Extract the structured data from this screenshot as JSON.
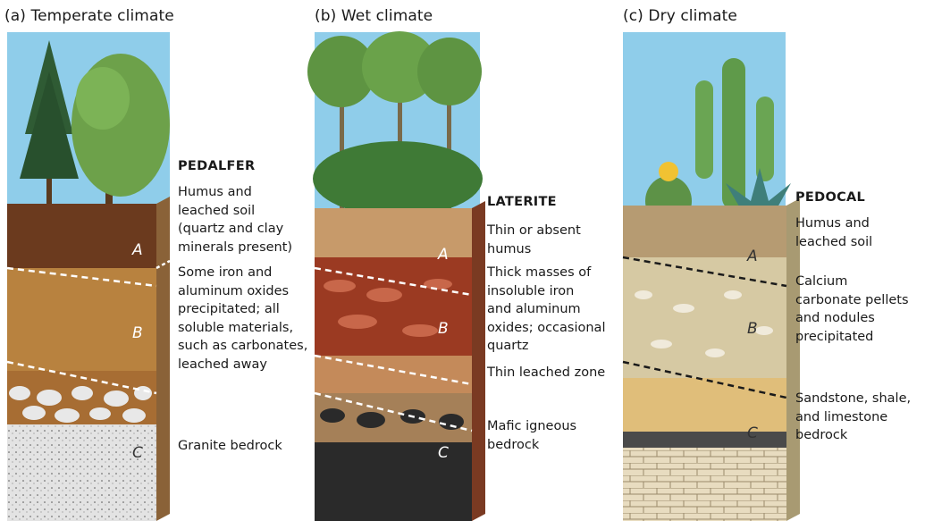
{
  "panels": [
    {
      "id": "temperate",
      "title": "(a) Temperate  climate",
      "soil_type": "PEDALFER",
      "horizons": [
        {
          "letter": "A",
          "description": "Humus and\nleached soil\n(quartz and clay\nminerals present)"
        },
        {
          "letter": "B",
          "description": "Some iron and\naluminum oxides\nprecipitated; all\nsoluble materials,\nsuch as carbonates,\nleached away"
        },
        {
          "letter": "C",
          "description": "Granite bedrock"
        }
      ]
    },
    {
      "id": "wet",
      "title": "(b) Wet climate",
      "soil_type": "LATERITE",
      "horizons": [
        {
          "letter": "A",
          "description": "Thin or absent\nhumus"
        },
        {
          "letter": "B",
          "description": "Thick masses of\ninsoluble iron\nand aluminum\noxides; occasional\nquartz"
        },
        {
          "letter": "",
          "description": "Thin leached zone"
        },
        {
          "letter": "C",
          "description": "Mafic igneous\nbedrock"
        }
      ]
    },
    {
      "id": "dry",
      "title": "(c) Dry climate",
      "soil_type": "PEDOCAL",
      "horizons": [
        {
          "letter": "A",
          "description": "Humus and\nleached soil"
        },
        {
          "letter": "B",
          "description": "Calcium\ncarbonate pellets\nand nodules\nprecipitated"
        },
        {
          "letter": "C",
          "description": "Sandstone, shale,\nand limestone\nbedrock"
        }
      ]
    }
  ],
  "colors": {
    "sky": "#8fcdea",
    "humus": "#6b3a1e",
    "pedalfer_b": "#b8823f",
    "granite": "#dcdcdc",
    "laterite": "#9b3a22",
    "mafic": "#2a2a2a",
    "caliche": "#d6c9a3"
  }
}
